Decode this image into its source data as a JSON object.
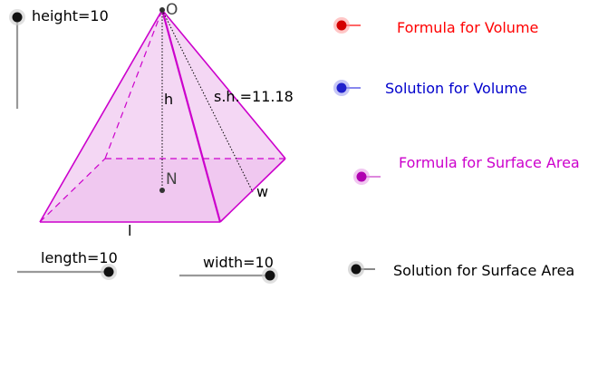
{
  "sliders": {
    "height": {
      "name": "height",
      "value": "10",
      "text": "height=10"
    },
    "length": {
      "name": "length",
      "value": "10",
      "text": "length=10"
    },
    "width": {
      "name": "width",
      "value": "10",
      "text": "width=10"
    }
  },
  "pyramid": {
    "apex_label": "O",
    "center_label": "N",
    "height_label": "h",
    "slant_height_label": "s.h.=11.18",
    "length_label": "l",
    "width_label": "w"
  },
  "toggles": [
    {
      "label": "Formula for Volume",
      "color": "#ff0000",
      "dot": "#d40000"
    },
    {
      "label": "Solution for Volume",
      "color": "#0000cc",
      "dot": "#2020cc"
    },
    {
      "label": "Formula for Surface Area",
      "color": "#cc00cc",
      "dot": "#b000b0"
    },
    {
      "label": "Solution for Surface Area",
      "color": "#000000",
      "dot": "#111111"
    }
  ],
  "colors": {
    "pyramid_stroke": "#cc00cc",
    "pyramid_fill": "#f0c6f0",
    "slider_track": "#999999"
  }
}
